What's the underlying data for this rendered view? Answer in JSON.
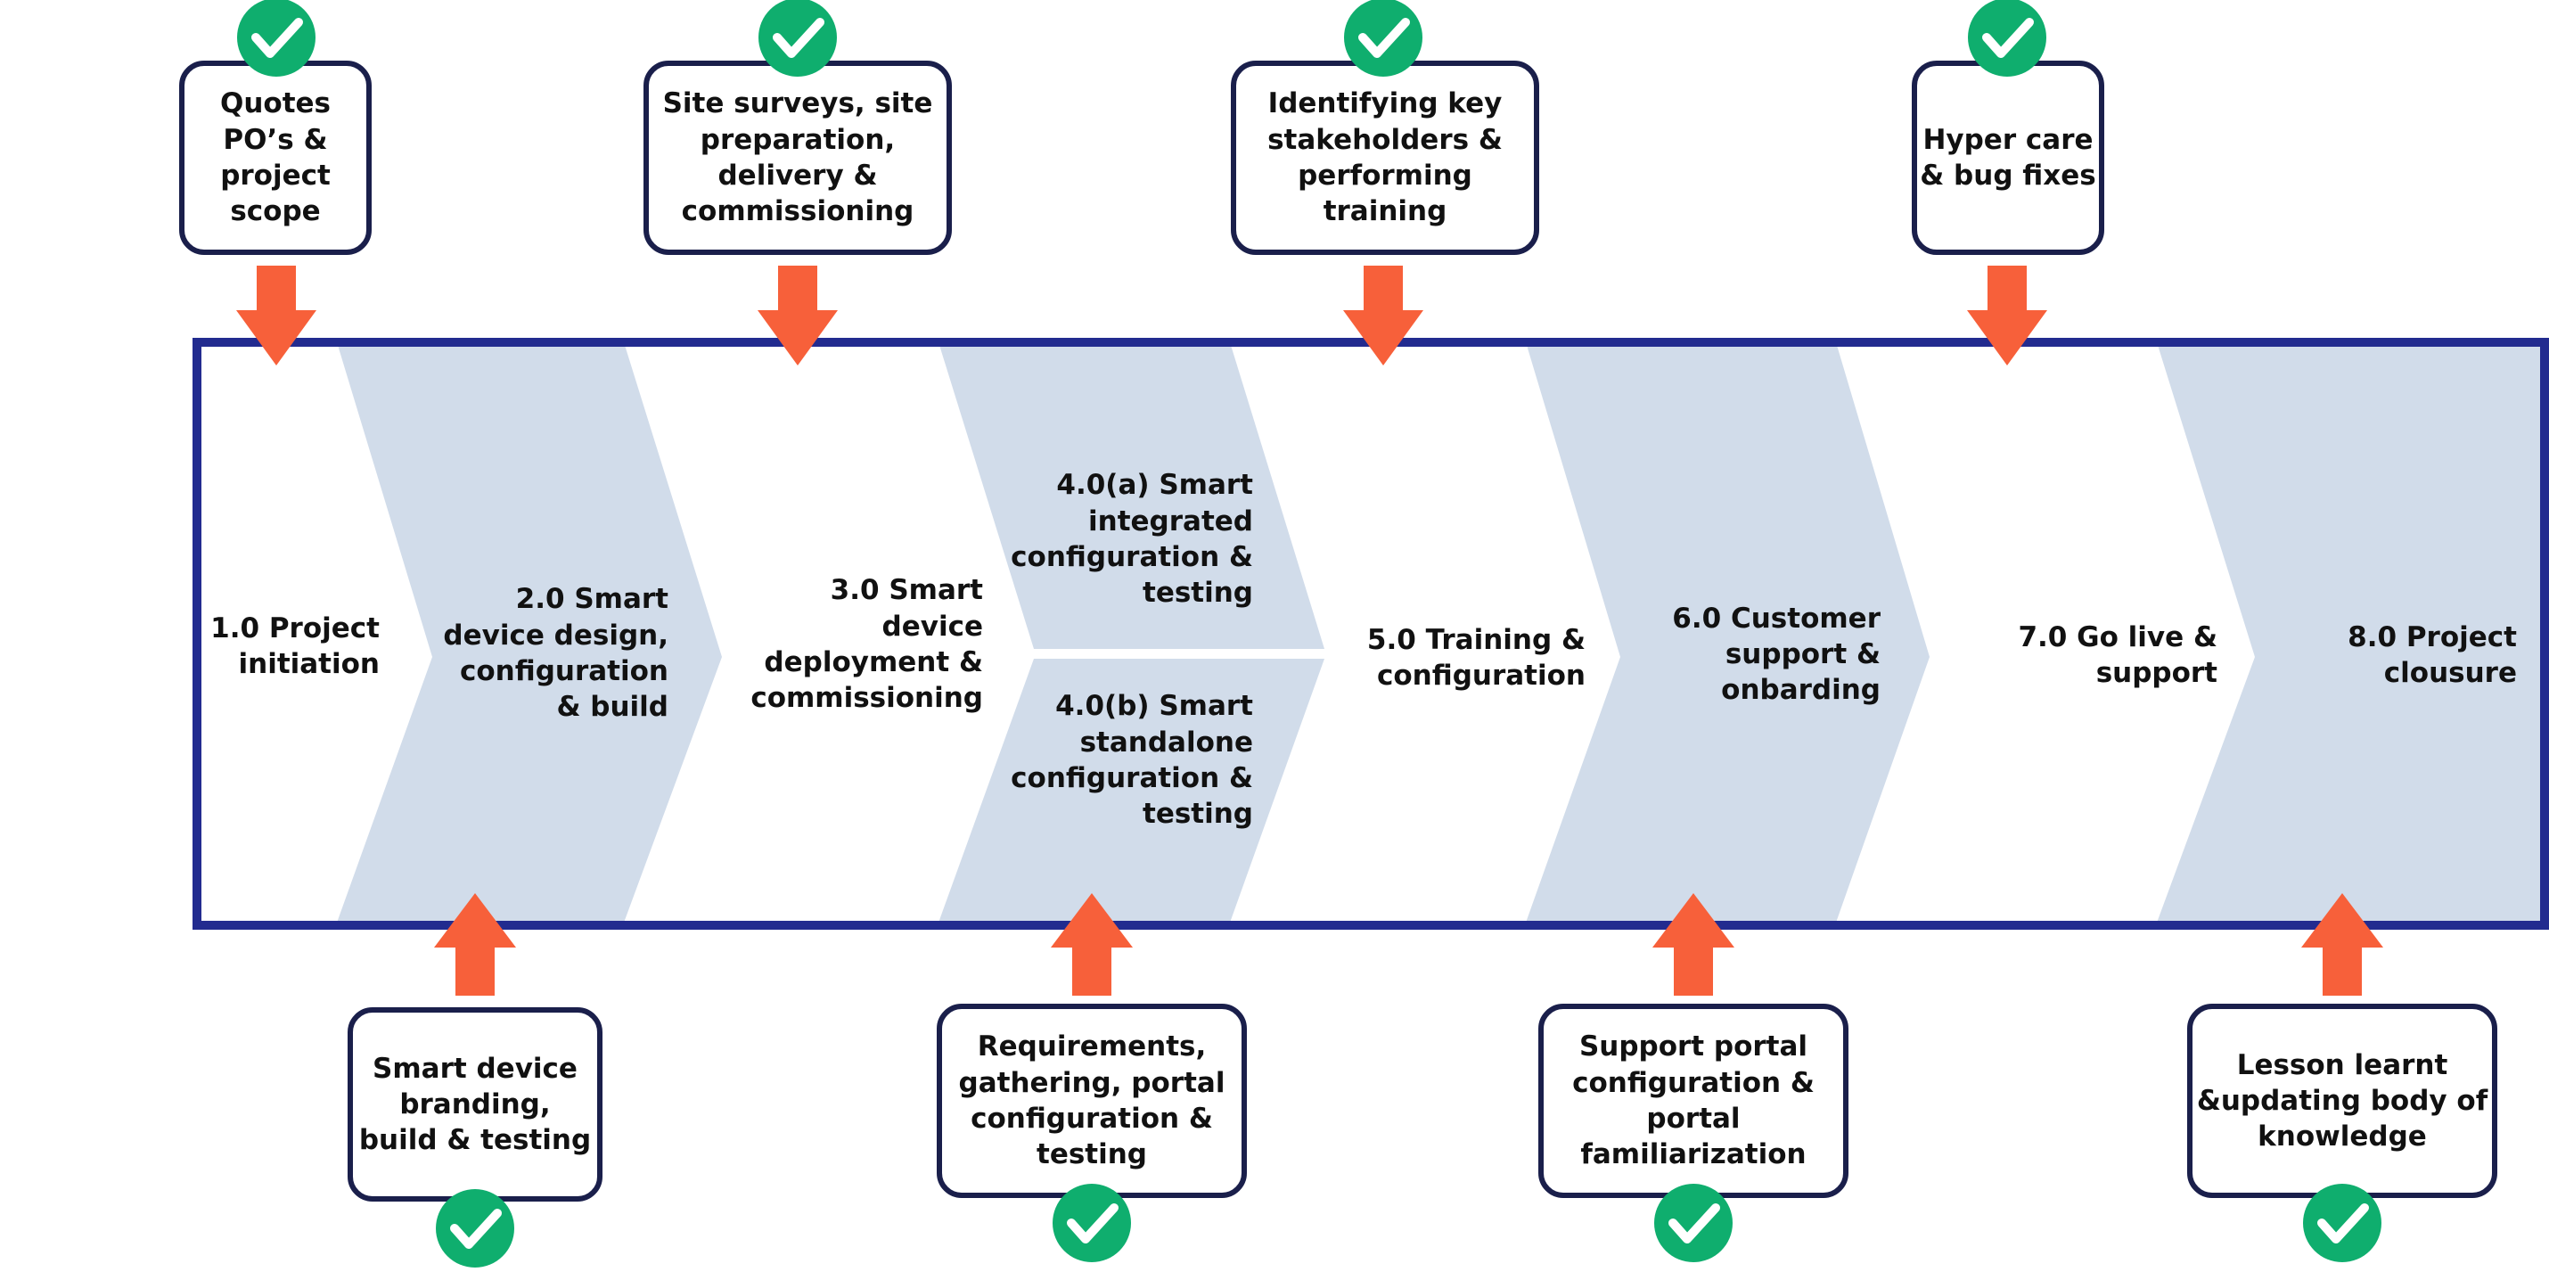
{
  "colors": {
    "frame": "#222b8f",
    "chevron_fill": "#d1dcea",
    "arrow": "#f7603a",
    "check": "#0fae6e",
    "box_border": "#1a1f4b"
  },
  "icons": {
    "top": "arrow-down-icon",
    "bottom": "arrow-up-icon",
    "done": "check-circle-icon"
  },
  "stages": [
    {
      "id": "1",
      "lines": [
        "1.0 Project",
        "initiation"
      ]
    },
    {
      "id": "2",
      "lines": [
        "2.0 Smart",
        "device design,",
        "configuration",
        "& build"
      ]
    },
    {
      "id": "3",
      "lines": [
        "3.0 Smart",
        "device",
        "deployment &",
        "commissioning"
      ]
    },
    {
      "id": "4a",
      "lines": [
        "4.0(a) Smart",
        "integrated",
        "configuration &",
        "testing"
      ]
    },
    {
      "id": "4b",
      "lines": [
        "4.0(b) Smart",
        "standalone",
        "configuration &",
        "testing"
      ]
    },
    {
      "id": "5",
      "lines": [
        "5.0 Training &",
        "configuration"
      ]
    },
    {
      "id": "6",
      "lines": [
        "6.0 Customer",
        "support &",
        "onbarding"
      ]
    },
    {
      "id": "7",
      "lines": [
        "7.0 Go live &",
        "support"
      ]
    },
    {
      "id": "8",
      "lines": [
        "8.0 Project",
        "clousure"
      ]
    }
  ],
  "top_tasks": [
    {
      "lines": [
        "Quotes",
        "PO’s &",
        "project",
        "scope"
      ]
    },
    {
      "lines": [
        "Site surveys, site",
        "preparation,",
        "delivery &",
        "commissioning"
      ]
    },
    {
      "lines": [
        "Identifying key",
        "stakeholders &",
        "performing",
        "training"
      ]
    },
    {
      "lines": [
        "Hyper care",
        "& bug fixes"
      ]
    }
  ],
  "bottom_tasks": [
    {
      "lines": [
        "Smart device",
        "branding,",
        "build & testing"
      ]
    },
    {
      "lines": [
        "Requirements,",
        "gathering, portal",
        "configuration &",
        "testing"
      ]
    },
    {
      "lines": [
        "Support portal",
        "configuration &",
        "portal",
        "familiarization"
      ]
    },
    {
      "lines": [
        "Lesson learnt",
        "&updating body of",
        "knowledge"
      ]
    }
  ]
}
